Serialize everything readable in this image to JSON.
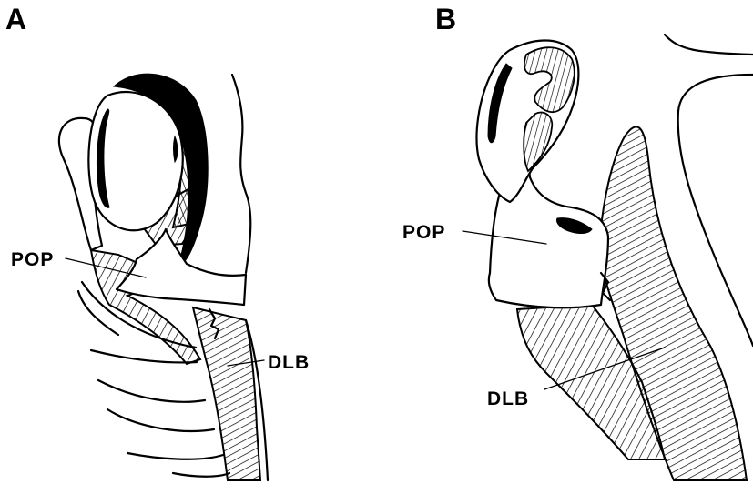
{
  "panels": [
    {
      "letter": "A",
      "labels": {
        "pop": "POP",
        "dlb": "DLB"
      }
    },
    {
      "letter": "B",
      "labels": {
        "pop": "POP",
        "dlb": "DLB"
      }
    }
  ],
  "colors": {
    "ink": "#000000",
    "paper": "#ffffff"
  }
}
